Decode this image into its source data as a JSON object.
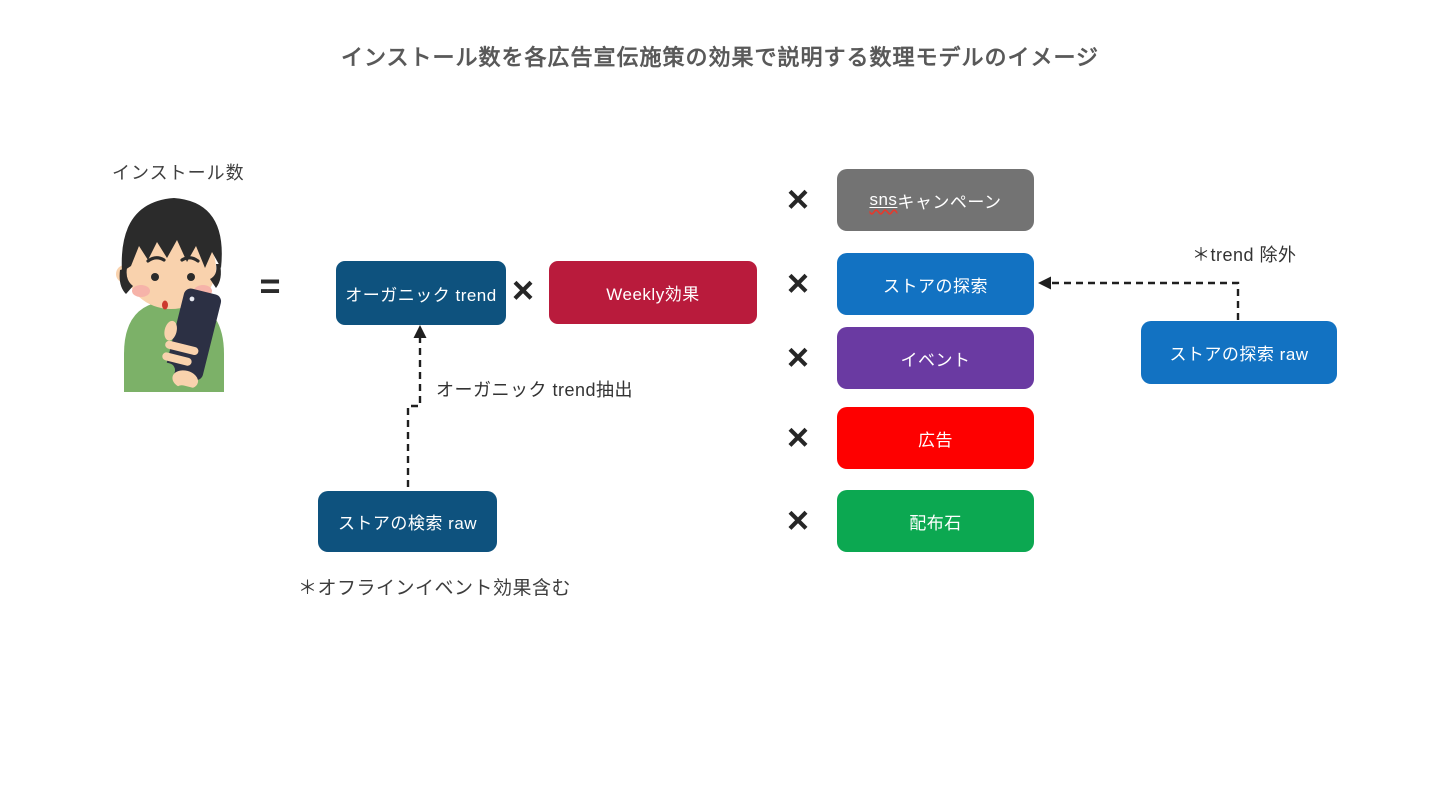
{
  "title": "インストール数を各広告宣伝施策の効果で説明する数理モデルのイメージ",
  "equation": {
    "lhs_label": "インストール数",
    "equals_symbol": "=",
    "multiply_symbol": "×",
    "organic_trend": {
      "label": "オーガニック trend",
      "color": "#0e527e"
    },
    "weekly": {
      "label": "Weekly効果",
      "color": "#b91b3c"
    },
    "factors": [
      {
        "id": "sns-campaign",
        "label": "sns キャンペーン",
        "underline_part": "sns",
        "rest": " キャンペーン",
        "color": "#737373"
      },
      {
        "id": "store-explore",
        "label": "ストアの探索",
        "color": "#1272c2"
      },
      {
        "id": "event",
        "label": "イベント",
        "color": "#6a3aa2"
      },
      {
        "id": "ads",
        "label": "広告",
        "color": "#fe0000"
      },
      {
        "id": "distributed-stones",
        "label": "配布石",
        "color": "#0ca851"
      }
    ]
  },
  "sources": {
    "store_search_raw": {
      "label": "ストアの検索 raw",
      "color": "#0e527e"
    },
    "store_explore_raw": {
      "label": "ストアの探索 raw",
      "color": "#1272c2"
    }
  },
  "annotations": {
    "organic_extract": "オーガニック trend抽出",
    "offline_note": "＊オフラインイベント効果含む",
    "trend_exclusion": "＊trend 除外"
  },
  "connector_color": "#1f1f1f"
}
